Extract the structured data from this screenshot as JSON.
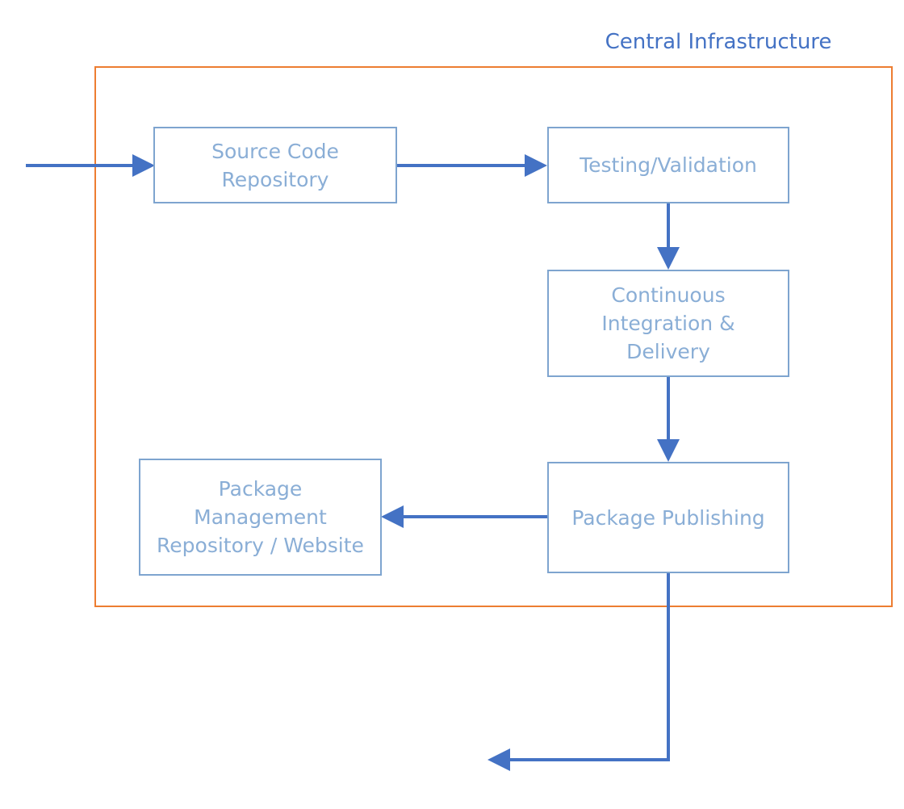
{
  "diagram": {
    "container_label": "Central Infrastructure",
    "nodes": {
      "source_code_repository": "Source Code\nRepository",
      "testing_validation": "Testing/Validation",
      "continuous_integration_delivery": "Continuous\nIntegration &\nDelivery",
      "package_publishing": "Package Publishing",
      "package_management_repository": "Package\nManagement\nRepository / Website"
    }
  },
  "colors": {
    "frame": "#ed7d31",
    "node_border": "#7ea4cf",
    "node_text": "#8aaed6",
    "arrow": "#4472c4",
    "label_text": "#4472c4"
  }
}
